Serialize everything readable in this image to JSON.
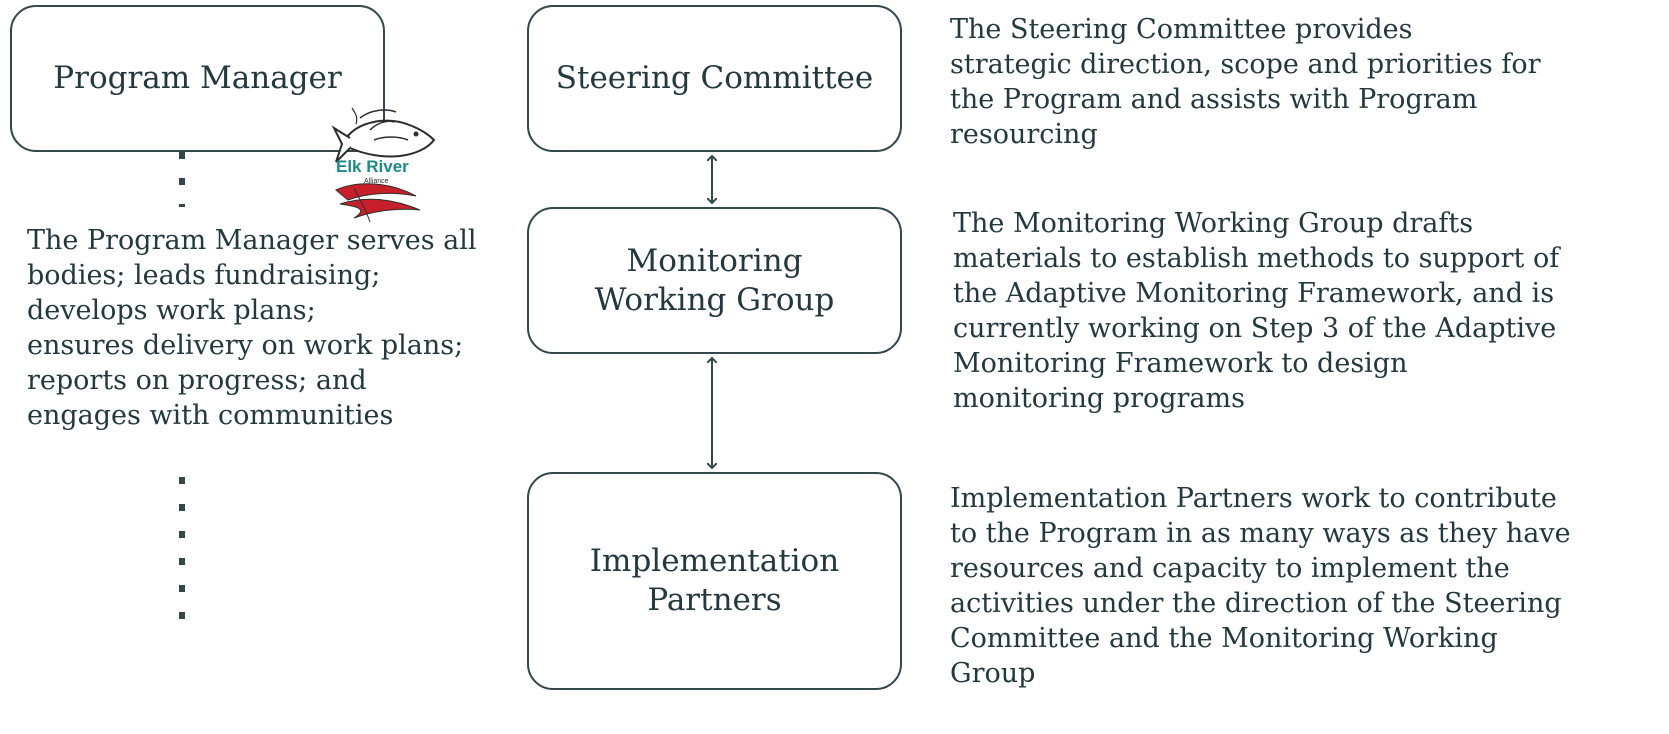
{
  "boxes": {
    "program_manager": "Program Manager",
    "steering_committee": "Steering Committee",
    "monitoring_working_group": [
      "Monitoring",
      "Working Group"
    ],
    "implementation_partners": [
      "Implementation",
      "Partners"
    ]
  },
  "descriptions": {
    "program_manager": [
      "The Program Manager serves all",
      "bodies; leads fundraising;",
      "develops work plans;",
      "ensures delivery on work plans;",
      "reports on progress; and",
      "engages with communities"
    ],
    "steering_committee": [
      "The Steering Committee provides",
      "strategic direction, scope and priorities for",
      "the Program and assists with Program",
      "resourcing"
    ],
    "monitoring_working_group": [
      "The Monitoring Working Group drafts",
      "materials to establish methods to support of",
      "the Adaptive Monitoring Framework, and is",
      "currently working on Step 3 of the Adaptive",
      "Monitoring Framework to design",
      "monitoring programs"
    ],
    "implementation_partners": [
      "Implementation Partners work to contribute",
      "to the Program in as many ways as they have",
      "resources and capacity to implement the",
      "activities under the direction of the Steering",
      "Committee and the Monitoring Working",
      "Group"
    ]
  },
  "logo": {
    "text": "Elk River",
    "subtext": "Alliance",
    "icon": "fish-logo-icon"
  },
  "colors": {
    "text": "#23383f",
    "border": "#33474d",
    "logo_teal": "#1f8a8a",
    "logo_red": "#c8202a"
  }
}
